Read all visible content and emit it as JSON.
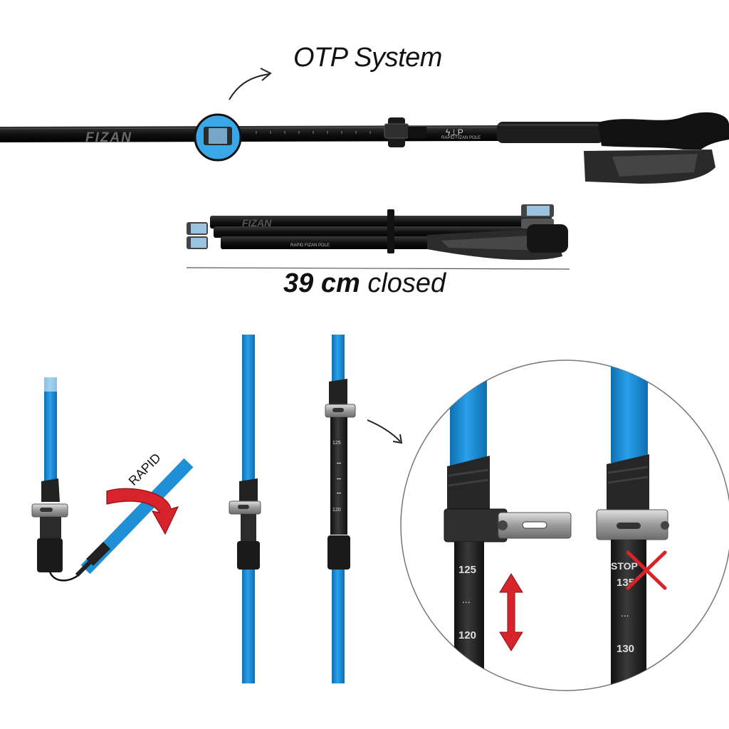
{
  "header": {
    "title": "OTP System"
  },
  "pole_top": {
    "brand_text": "FIZAN",
    "model_text": "RAPID FIZAN POLE"
  },
  "folded_pole": {
    "brand_text": "FIZAN",
    "model_text": "RAPID FIZAN POLE",
    "length_value": "39 cm",
    "length_suffix": "closed"
  },
  "steps": {
    "rotate_label": "RAPID",
    "scale_values": [
      "125",
      "120"
    ]
  },
  "zoom": {
    "left_scale": [
      "125",
      "...",
      "120"
    ],
    "right_scale": [
      "STOP",
      "135",
      "...",
      "130"
    ]
  },
  "colors": {
    "pole_blue": "#1f8fd6",
    "otp_highlight": "#3aa7e8",
    "arrow_red": "#d7232a",
    "shaft_dark": "#1c1c1c",
    "clamp_silver": "#a9a9a9"
  }
}
